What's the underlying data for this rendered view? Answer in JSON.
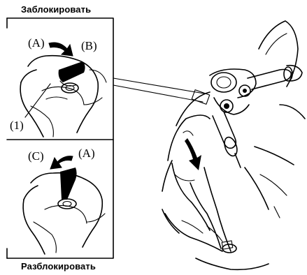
{
  "headings": {
    "lock": "Заблокировать",
    "unlock": "Разблокировать"
  },
  "labels": {
    "a_top": "(A)",
    "b_top": "(B)",
    "c_bottom": "(C)",
    "a_bottom": "(A)",
    "callout_1": "(1)"
  }
}
